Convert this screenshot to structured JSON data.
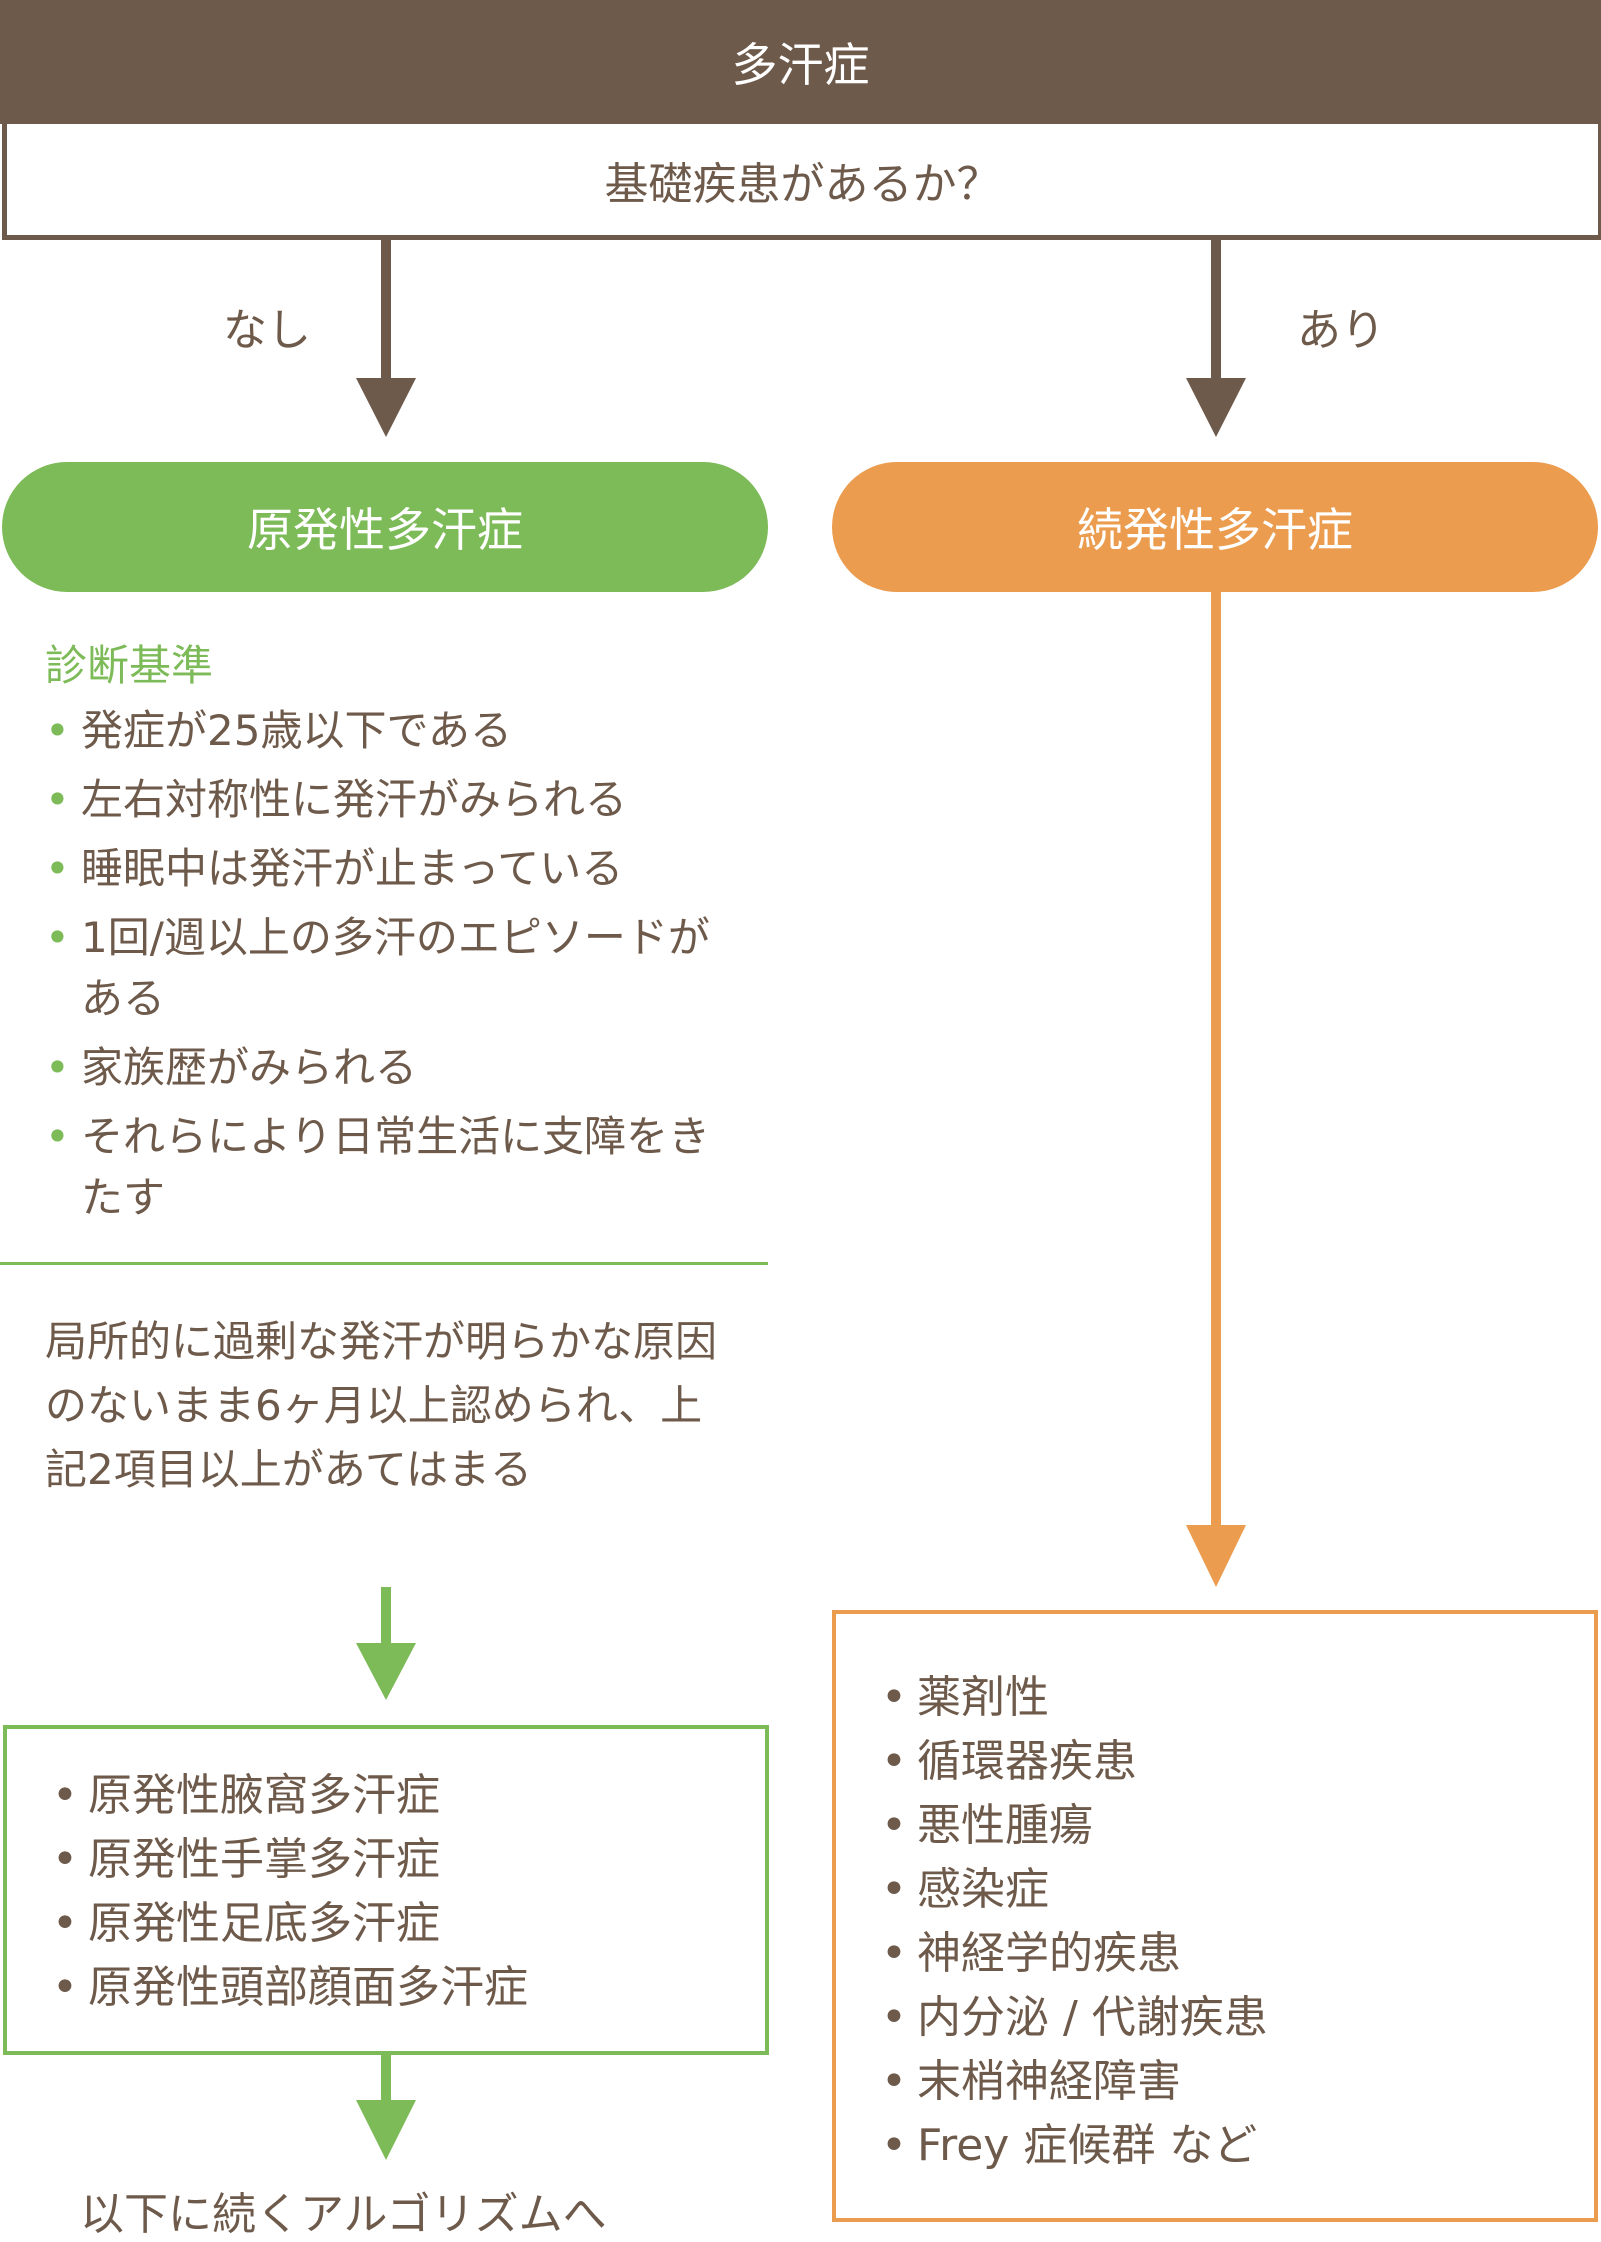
{
  "title": "多汗症",
  "question": "基礎疾患があるか？",
  "branches": {
    "no_label": "なし",
    "yes_label": "あり"
  },
  "primary": {
    "label": "原発性多汗症",
    "criteria_title": "診断基準",
    "criteria": [
      "発症が25歳以下である",
      "左右対称性に発汗がみられる",
      "睡眠中は発汗が止まっている",
      "1回/週以上の多汗のエピソードがある",
      "家族歴がみられる",
      "それらにより日常生活に支障をきたす"
    ],
    "description": "局所的に過剰な発汗が明らかな原因のないまま6ヶ月以上認められ、上記2項目以上があてはまる",
    "types": [
      "原発性腋窩多汗症",
      "原発性手掌多汗症",
      "原発性足底多汗症",
      "原発性頭部顔面多汗症"
    ],
    "next": "以下に続くアルゴリズムへ"
  },
  "secondary": {
    "label": "続発性多汗症",
    "causes": [
      "薬剤性",
      "循環器疾患",
      "悪性腫瘍",
      "感染症",
      "神経学的疾患",
      "内分泌 / 代謝疾患",
      "末梢神経障害",
      "Frey 症候群 など"
    ]
  },
  "colors": {
    "brown": "#6e5a4b",
    "green": "#7dba58",
    "orange": "#eb9c4e"
  }
}
